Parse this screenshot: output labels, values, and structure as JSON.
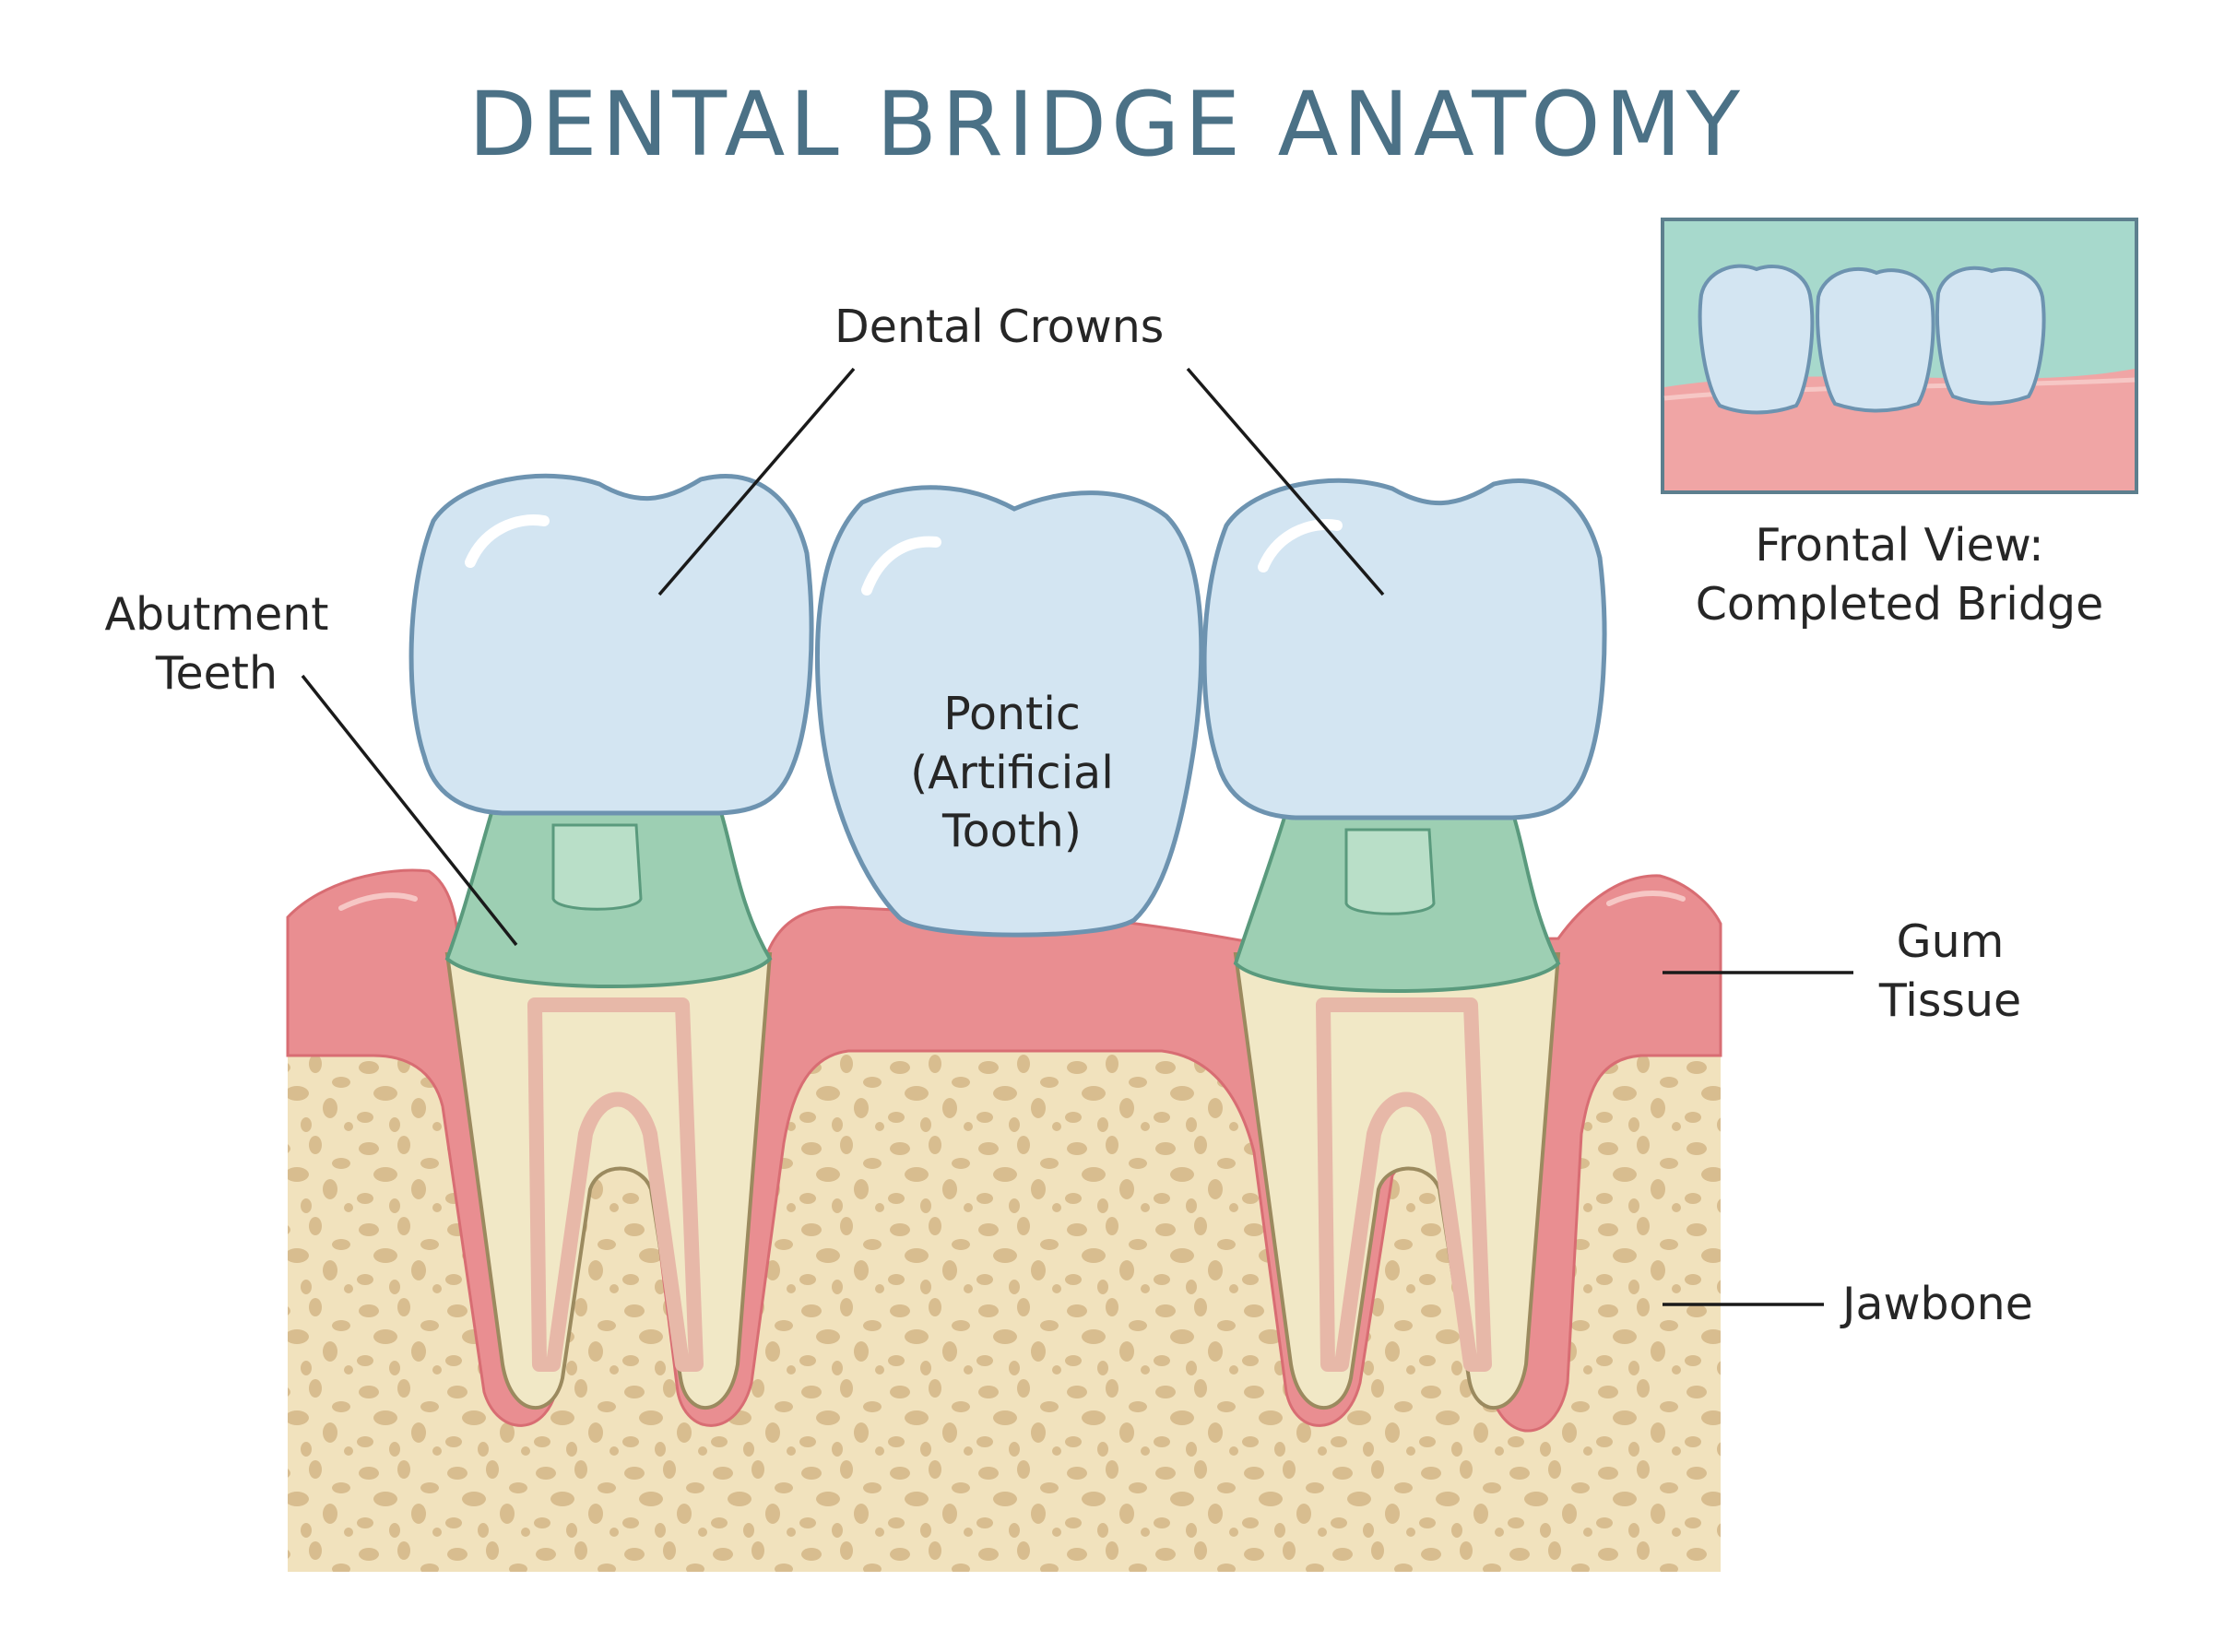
{
  "title": "DENTAL BRIDGE ANATOMY",
  "labels": {
    "dental_crowns": "Dental Crowns",
    "abutment_1": "Abutment",
    "abutment_2": "Teeth",
    "pontic_1": "Pontic",
    "pontic_2": "(Artificial",
    "pontic_3": "Tooth)",
    "gum_1": "Gum",
    "gum_2": "Tissue",
    "jawbone": "Jawbone"
  },
  "inset": {
    "caption_1": "Frontal View:",
    "caption_2": "Completed Bridge"
  },
  "colors": {
    "title": "#4b7186",
    "crown": "#d3e5f2",
    "crown_outline": "#6d93b0",
    "abutment": "#9dcfb3",
    "abutment_outline": "#5a9a7d",
    "gum": "#e98e91",
    "bone": "#f1e2bd",
    "bone_spot": "#d8bd8f",
    "root": "#f1e8c6",
    "inset_background": "#a7d9cc",
    "leader_line": "#1a1a1a"
  }
}
